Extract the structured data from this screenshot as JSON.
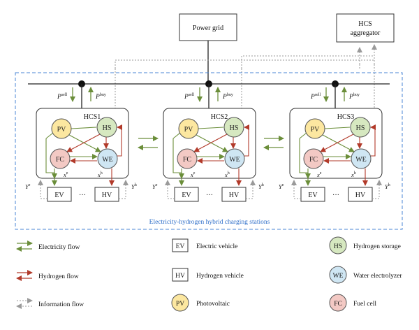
{
  "diagram": {
    "top": {
      "power_grid": "Power grid",
      "aggregator_line1": "HCS",
      "aggregator_line2": "aggregator"
    },
    "bus_labels": {
      "p": "P",
      "sell": "sell",
      "buy": "buy"
    },
    "stations": [
      {
        "title": "HCS1"
      },
      {
        "title": "HCS2"
      },
      {
        "title": "HCS3"
      }
    ],
    "nodes": {
      "pv": "PV",
      "hs": "HS",
      "fc": "FC",
      "we": "WE"
    },
    "vehicle_boxes": {
      "ev": "EV",
      "hv": "HV",
      "ellipsis": "···"
    },
    "signals": {
      "x": "x",
      "x_e": "e",
      "x_h": "h",
      "y": "Y",
      "y_e": "e",
      "y_h": "h"
    },
    "region_label": "Electricity-hydrogen hybrid charging stations",
    "legend": {
      "electricity_flow": "Electricity flow",
      "hydrogen_flow": "Hydrogen flow",
      "information_flow": "Information flow",
      "ev_abbr": "EV",
      "ev_label": "Electric vehicle",
      "hv_abbr": "HV",
      "hv_label": "Hydrogen vehicle",
      "pv_abbr": "PV",
      "pv_label": "Photovoltaic",
      "hs_abbr": "HS",
      "hs_label": "Hydrogen storage",
      "we_abbr": "WE",
      "we_label": "Water electrolyzer",
      "fc_abbr": "FC",
      "fc_label": "Fuel cell"
    },
    "colors": {
      "electricity": "#6b8e3a",
      "hydrogen": "#b23a2a",
      "information": "#9a9a9a",
      "region_border": "#4a86d6",
      "pv_fill": "#fce7a0",
      "hs_fill": "#d6e8c0",
      "we_fill": "#cfe6f3",
      "fc_fill": "#f3c9c4"
    }
  }
}
